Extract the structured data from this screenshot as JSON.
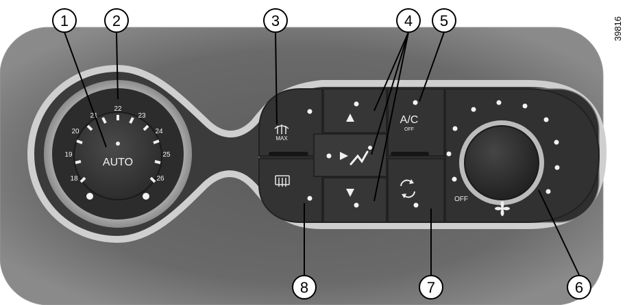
{
  "reference_code": "39816",
  "callouts": [
    "1",
    "2",
    "3",
    "4",
    "5",
    "6",
    "7",
    "8"
  ],
  "panel": {
    "auto_label": "AUTO",
    "temperature_marks": [
      "18",
      "19",
      "20",
      "21",
      "22",
      "23",
      "24",
      "25",
      "26"
    ],
    "max_label": "MAX",
    "ac_label": "A/C",
    "ac_off_label": "OFF",
    "fan_off_label": "OFF"
  }
}
